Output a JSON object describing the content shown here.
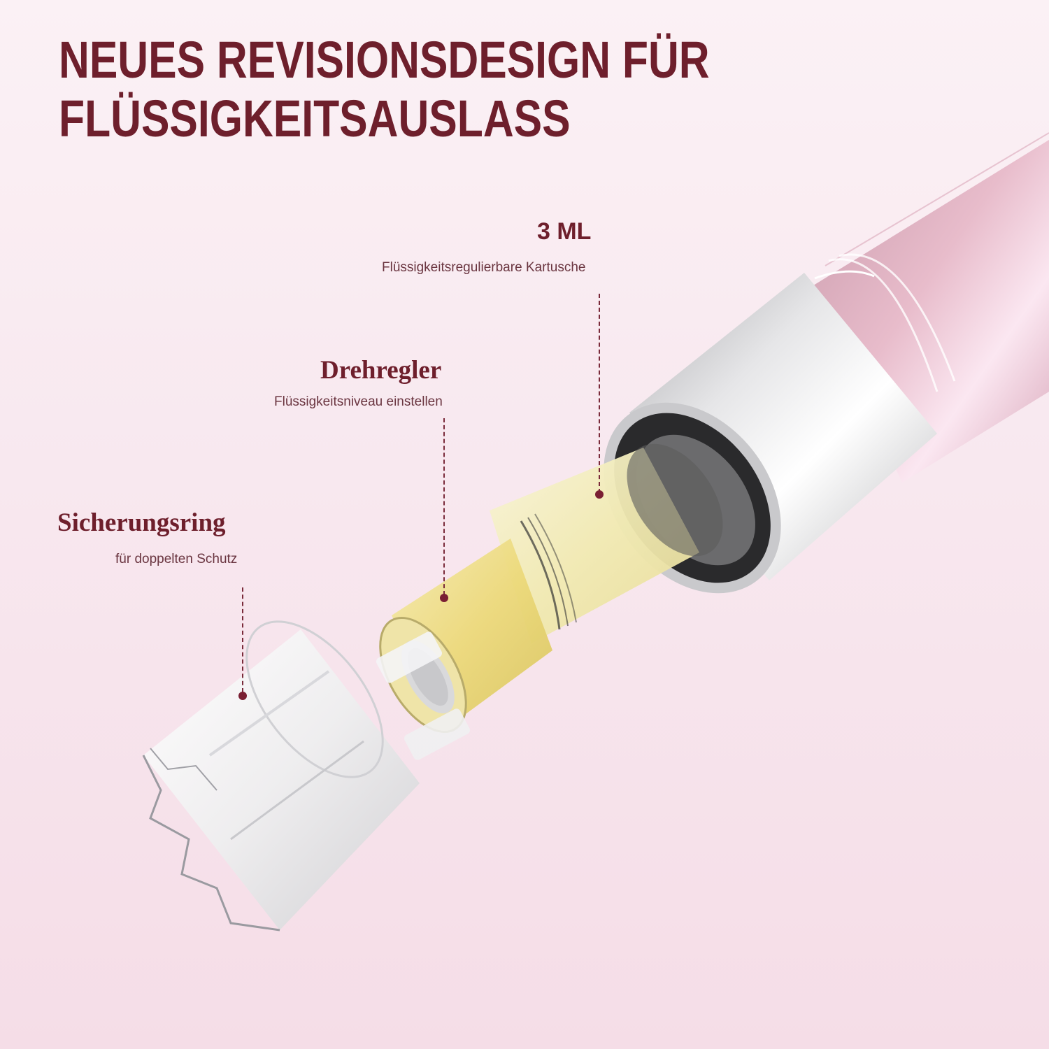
{
  "headline": {
    "line1": "NEUES REVISIONSDESIGN FÜR",
    "line2": "FLÜSSIGKEITSAUSLASS"
  },
  "callouts": [
    {
      "title": "3 ML",
      "subtitle": "Flüssigkeitsregulierbare Kartusche",
      "part": "cartridge"
    },
    {
      "title": "Drehregler",
      "subtitle": "Flüssigkeitsniveau einstellen",
      "part": "rotary-knob"
    },
    {
      "title": "Sicherungsring",
      "subtitle": "für doppelten Schutz",
      "part": "safety-ring"
    }
  ],
  "colors": {
    "accent": "#6e1f2c",
    "background": "#f8e8ef",
    "pen_body": "#d9a9bb",
    "chrome": "#d8d8da",
    "cartridge_fill": "#f3eec0"
  }
}
